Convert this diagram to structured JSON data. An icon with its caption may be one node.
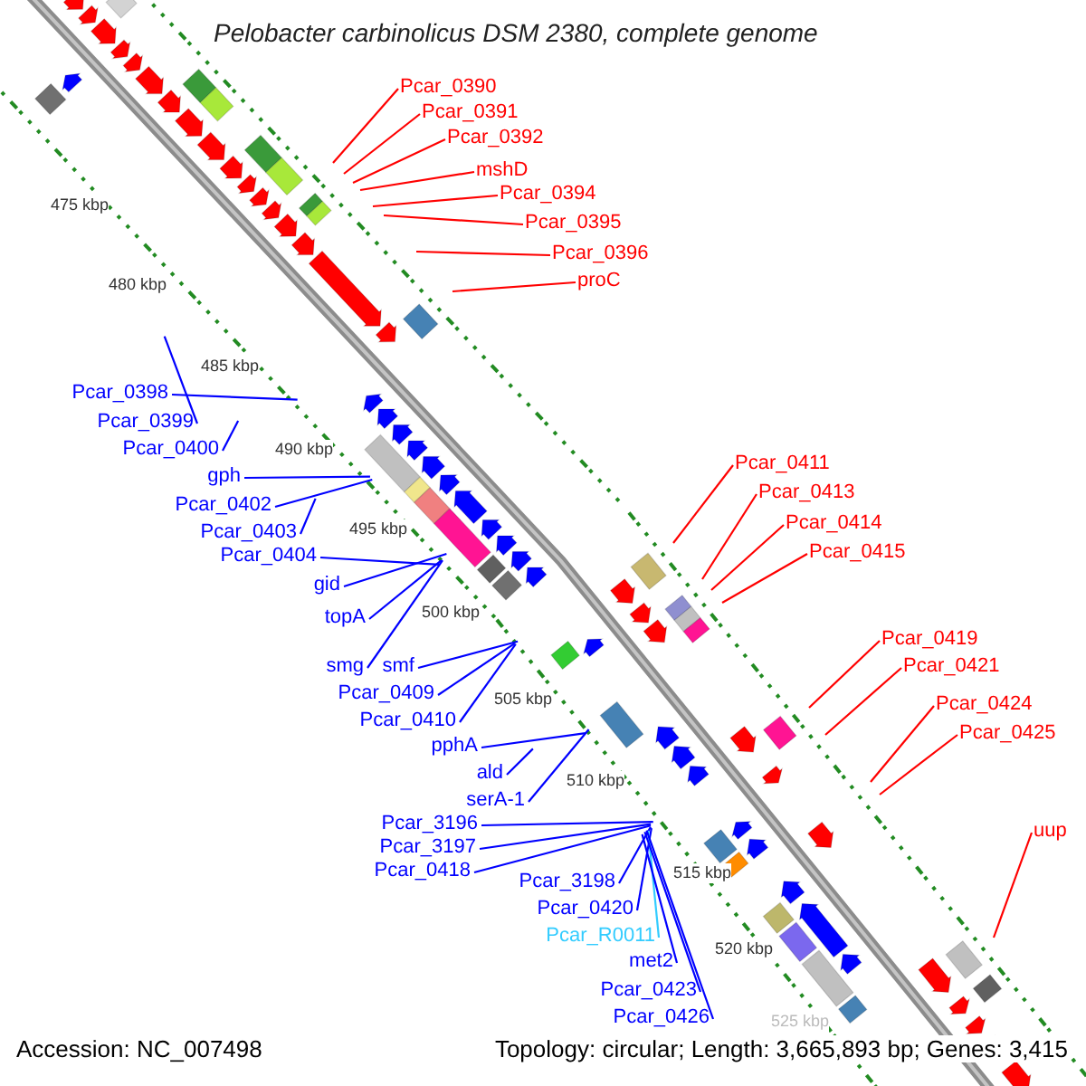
{
  "diagram": {
    "title": "Pelobacter carbinolicus DSM 2380, complete genome",
    "nodes": [
      {
        "text": [
          "Pcar_0390"
        ]
      },
      {
        "text": [
          "Pcar_0391"
        ]
      },
      {
        "text": [
          "Pcar_0392"
        ]
      },
      {
        "text": [
          "mshD"
        ]
      },
      {
        "text": [
          "Pcar_0394"
        ]
      },
      {
        "text": [
          "Pcar_0395"
        ]
      },
      {
        "text": [
          "Pcar_0396"
        ]
      },
      {
        "text": [
          "proC"
        ]
      },
      {
        "text": [
          "Pcar_0398"
        ]
      },
      {
        "text": [
          "Pcar_0399"
        ]
      },
      {
        "text": [
          "Pcar_0400"
        ]
      },
      {
        "text": [
          "Pcar_0411"
        ]
      },
      {
        "text": [
          "gph"
        ]
      },
      {
        "text": [
          "Pcar_0413"
        ]
      },
      {
        "text": [
          "Pcar_0402"
        ]
      },
      {
        "text": [
          "Pcar_0414"
        ]
      },
      {
        "text": [
          "Pcar_0403"
        ]
      },
      {
        "text": [
          "Pcar_0415"
        ]
      },
      {
        "text": [
          "Pcar_0404"
        ]
      },
      {
        "text": [
          "gid"
        ]
      },
      {
        "text": [
          "topA"
        ]
      },
      {
        "text": [
          "Pcar_0419"
        ]
      },
      {
        "text": [
          "smg"
        ]
      },
      {
        "text": [
          "smf"
        ]
      },
      {
        "text": [
          "Pcar_0421"
        ]
      },
      {
        "text": [
          "Pcar_0409"
        ]
      },
      {
        "text": [
          "Pcar_0424"
        ]
      },
      {
        "text": [
          "Pcar_0410"
        ]
      },
      {
        "text": [
          "Pcar_0425"
        ]
      },
      {
        "text": [
          "pphA"
        ]
      },
      {
        "text": [
          "ald"
        ]
      },
      {
        "text": [
          "serA-1"
        ]
      },
      {
        "text": [
          "uup"
        ]
      },
      {
        "text": [
          "Pcar_3196"
        ]
      },
      {
        "text": [
          "Pcar_3197"
        ]
      },
      {
        "text": [
          "Pcar_0418"
        ]
      },
      {
        "text": [
          "Pcar_3198"
        ]
      },
      {
        "text": [
          "Pcar_0420"
        ]
      },
      {
        "text": [
          "Pcar_R0011"
        ]
      },
      {
        "text": [
          "met2"
        ]
      },
      {
        "text": [
          "Pcar_0423"
        ]
      },
      {
        "text": [
          "Pcar_0426"
        ]
      }
    ],
    "edges": [
      {
        "from": 0,
        "to": null,
        "arrow": "none",
        "color": "#ff0000"
      },
      {
        "from": 1,
        "to": null,
        "arrow": "none",
        "color": "#ff0000"
      },
      {
        "from": 2,
        "to": null,
        "arrow": "none",
        "color": "#ff0000"
      },
      {
        "from": 3,
        "to": null,
        "arrow": "none",
        "color": "#ff0000"
      },
      {
        "from": 4,
        "to": null,
        "arrow": "none",
        "color": "#ff0000"
      },
      {
        "from": 5,
        "to": null,
        "arrow": "none",
        "color": "#ff0000"
      },
      {
        "from": 6,
        "to": null,
        "arrow": "none",
        "color": "#ff0000"
      },
      {
        "from": 7,
        "to": null,
        "arrow": "none",
        "color": "#ff0000"
      },
      {
        "from": 8,
        "to": null,
        "arrow": "none"
      },
      {
        "from": 9,
        "to": null,
        "arrow": "none"
      },
      {
        "from": 10,
        "to": null,
        "arrow": "none"
      },
      {
        "from": 11,
        "to": null,
        "arrow": "none",
        "color": "#ff0000"
      },
      {
        "from": 12,
        "to": null,
        "arrow": "none"
      },
      {
        "from": 13,
        "to": null,
        "arrow": "none",
        "color": "#ff0000"
      },
      {
        "from": 14,
        "to": null,
        "arrow": "none"
      },
      {
        "from": 15,
        "to": null,
        "arrow": "none",
        "color": "#ff0000"
      },
      {
        "from": 16,
        "to": null,
        "arrow": "none"
      },
      {
        "from": 17,
        "to": null,
        "arrow": "none",
        "color": "#ff0000"
      },
      {
        "from": 18,
        "to": null,
        "arrow": "none"
      },
      {
        "from": 19,
        "to": null,
        "arrow": "none"
      },
      {
        "from": 20,
        "to": null,
        "arrow": "none"
      },
      {
        "from": 21,
        "to": null,
        "arrow": "none",
        "color": "#ff0000"
      },
      {
        "from": 22,
        "to": null,
        "arrow": "none"
      },
      {
        "from": 23,
        "to": null,
        "arrow": "none"
      },
      {
        "from": 24,
        "to": null,
        "arrow": "none",
        "color": "#ff0000"
      },
      {
        "from": 25,
        "to": null,
        "arrow": "none"
      },
      {
        "from": 26,
        "to": null,
        "arrow": "none",
        "color": "#ff0000"
      },
      {
        "from": 27,
        "to": null,
        "arrow": "none"
      },
      {
        "from": 28,
        "to": null,
        "arrow": "none",
        "color": "#ff0000"
      },
      {
        "from": 29,
        "to": null,
        "arrow": "none"
      },
      {
        "from": 30,
        "to": null,
        "arrow": "none"
      },
      {
        "from": 31,
        "to": null,
        "arrow": "none"
      },
      {
        "from": 32,
        "to": null,
        "arrow": "none",
        "color": "#ff0000"
      },
      {
        "from": 33,
        "to": null,
        "arrow": "none"
      },
      {
        "from": 34,
        "to": null,
        "arrow": "none"
      },
      {
        "from": 35,
        "to": null,
        "arrow": "none"
      },
      {
        "from": 36,
        "to": null,
        "arrow": "none"
      },
      {
        "from": 37,
        "to": null,
        "arrow": "none"
      },
      {
        "from": 38,
        "to": null,
        "arrow": "none",
        "color": "#33ccff"
      },
      {
        "from": 39,
        "to": null,
        "arrow": "none"
      },
      {
        "from": 40,
        "to": null,
        "arrow": "none"
      },
      {
        "from": 41,
        "to": null,
        "arrow": "none"
      }
    ],
    "labels": [
      "475 kbp",
      "480 kbp",
      "485 kbp",
      "490 kbp",
      "495 kbp",
      "500 kbp",
      "505 kbp",
      "510 kbp",
      "515 kbp",
      "520 kbp",
      "525 kbp",
      "Accession: NC_007498",
      "Topology: circular; Length: 3,665,893 bp; Genes: 3,415"
    ]
  }
}
